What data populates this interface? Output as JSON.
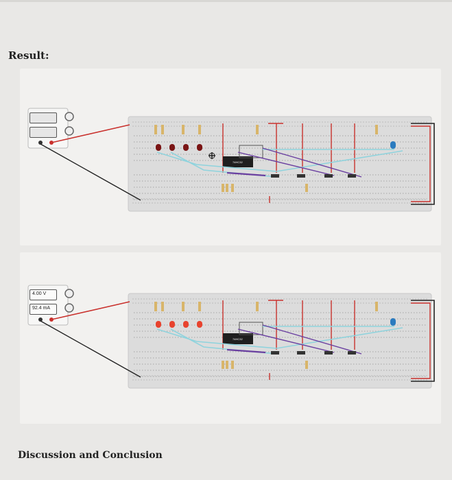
{
  "doc": {
    "result_heading": "Result:",
    "discussion_heading": "Discussion and Conclusion"
  },
  "circuit_before": {
    "voltage_readout": "",
    "current_readout": "",
    "chip_label": "74HC32"
  },
  "circuit_after": {
    "voltage_readout": "4.00 V",
    "current_readout": "92.4 mA",
    "chip_label": "74HC32"
  },
  "colors": {
    "breadboard": "#dcdcdc",
    "wire_red": "#c9302c",
    "wire_black": "#222222",
    "wire_teal": "#8fd3dd",
    "wire_purple": "#6a3fa0",
    "led_off": "#7a1414",
    "led_on": "#e8432e",
    "led_blue": "#2b7bbf",
    "resistor": "#d8b56a"
  },
  "icons": [
    "move-cursor-icon"
  ]
}
